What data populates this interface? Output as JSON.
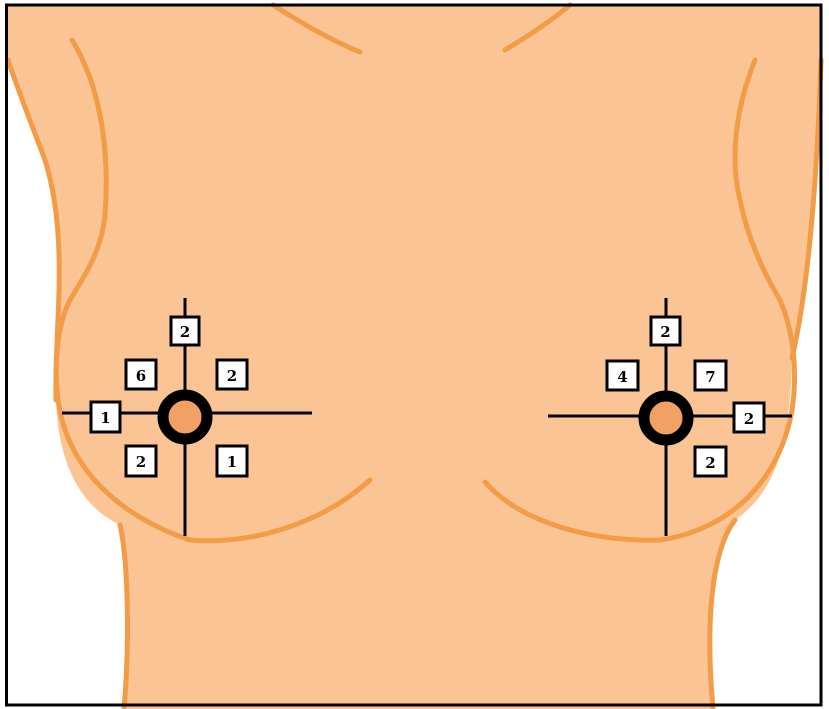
{
  "figure": {
    "colors": {
      "skin": "#FBC495",
      "outline": "#F39C47",
      "frame": "#000000",
      "background": "#FFFFFF",
      "marker": "#000000",
      "label_box_fill": "#FFFFFF"
    },
    "left_breast": {
      "marker": "crosshair-ring-icon",
      "counts": {
        "top": "2",
        "upper_outer": "6",
        "upper_inner": "2",
        "outer": "1",
        "lower_outer": "2",
        "lower_inner": "1"
      }
    },
    "right_breast": {
      "marker": "crosshair-ring-icon",
      "counts": {
        "top": "2",
        "upper_inner": "4",
        "upper_outer": "7",
        "outer": "2",
        "lower_outer": "2"
      }
    }
  }
}
